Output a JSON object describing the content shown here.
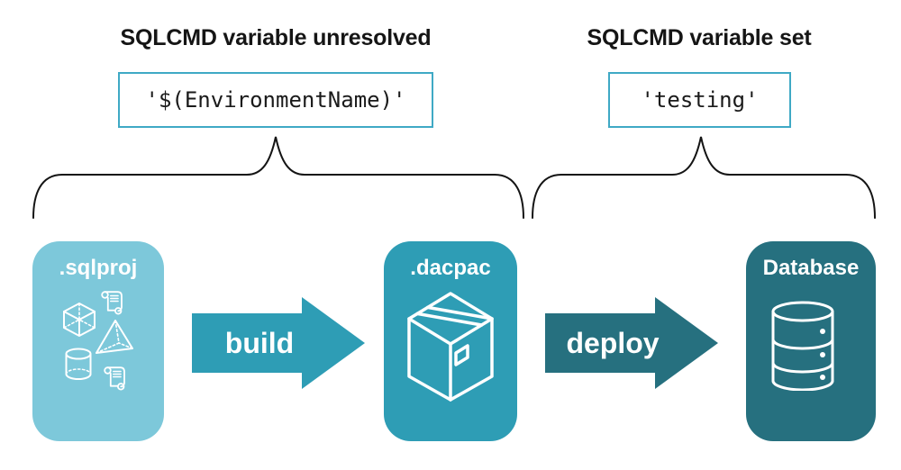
{
  "colors": {
    "lightBlue": "#7dc8da",
    "teal": "#2e9db5",
    "darkTeal": "#26707f",
    "codeBorder": "#3fa9c5",
    "ink": "#141414"
  },
  "annotations": {
    "left": {
      "heading": "SQLCMD variable unresolved",
      "code": "'$(EnvironmentName)'"
    },
    "right": {
      "heading": "SQLCMD variable set",
      "code": "'testing'"
    }
  },
  "pipeline": {
    "stages": [
      {
        "label": ".sqlproj",
        "icon": "sql-objects-icon"
      },
      {
        "label": ".dacpac",
        "icon": "package-box-icon"
      },
      {
        "label": "Database",
        "icon": "database-cylinder-icon"
      }
    ],
    "arrows": [
      {
        "label": "build"
      },
      {
        "label": "deploy"
      }
    ]
  }
}
